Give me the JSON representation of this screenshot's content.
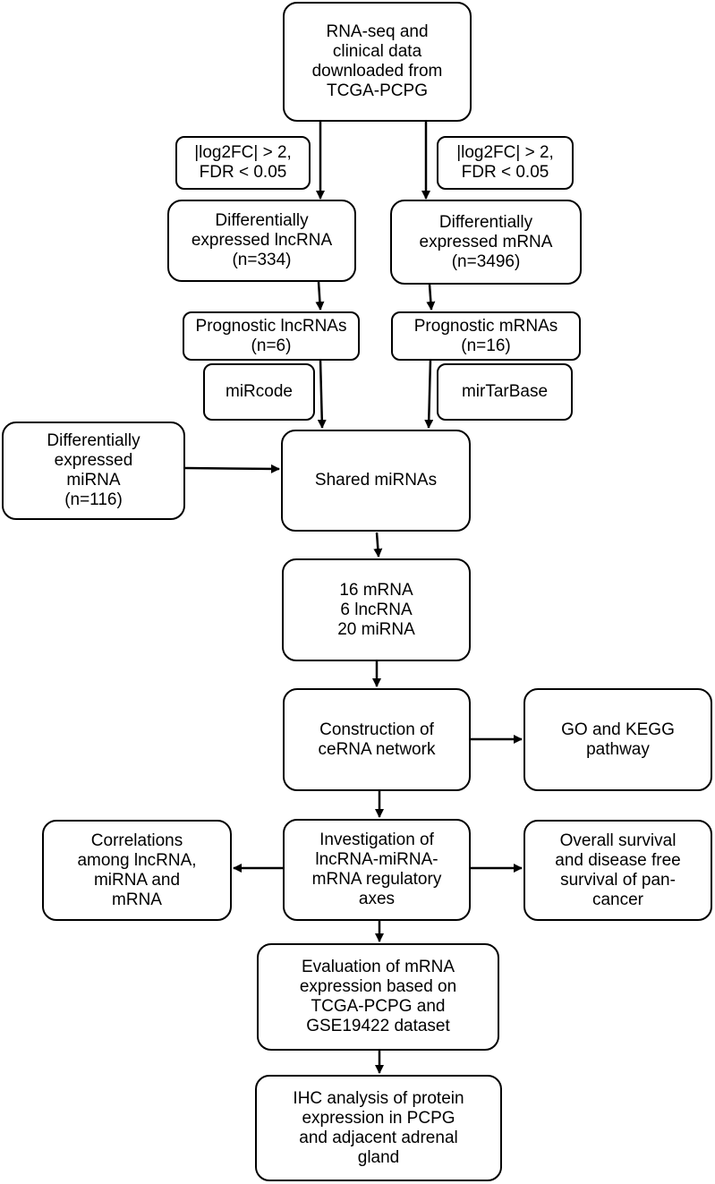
{
  "boxes": {
    "rnaseq": [
      "RNA-seq  and",
      "clinical data",
      "downloaded from",
      "TCGA-PCPG"
    ],
    "crit_left": [
      "|log2FC| > 2,",
      "FDR < 0.05"
    ],
    "crit_right": [
      "|log2FC| > 2,",
      "FDR < 0.05"
    ],
    "de_lnc": [
      "Differentially",
      "expressed lncRNA",
      "(n=334)"
    ],
    "de_mrna": [
      "Differentially",
      "expressed mRNA",
      "(n=3496)"
    ],
    "prog_lnc": [
      "Prognostic lncRNAs",
      "(n=6)"
    ],
    "prog_mrna": [
      "Prognostic mRNAs",
      "(n=16)"
    ],
    "mircode": [
      "miRcode"
    ],
    "mirtarbase": [
      "mirTarBase"
    ],
    "de_mirna": [
      "Differentially",
      "expressed",
      "miRNA",
      "(n=116)"
    ],
    "shared": [
      "Shared miRNAs"
    ],
    "counts": [
      "16 mRNA",
      "6 lncRNA",
      "20 miRNA"
    ],
    "cerna": [
      "Construction of",
      "ceRNA network"
    ],
    "gokegg": [
      "GO and KEGG",
      "pathway"
    ],
    "axes": [
      "Investigation of",
      "lncRNA-miRNA-",
      "mRNA regulatory",
      "axes"
    ],
    "corr": [
      "Correlations",
      "among lncRNA,",
      "miRNA and",
      "mRNA"
    ],
    "survival": [
      "Overall survival",
      "and disease free",
      "survival of pan-",
      "cancer"
    ],
    "eval": [
      "Evaluation of mRNA",
      "expression based on",
      "TCGA-PCPG and",
      "GSE19422 dataset"
    ],
    "ihc": [
      "IHC analysis of protein",
      "expression in PCPG",
      "and adjacent adrenal",
      "gland"
    ]
  }
}
